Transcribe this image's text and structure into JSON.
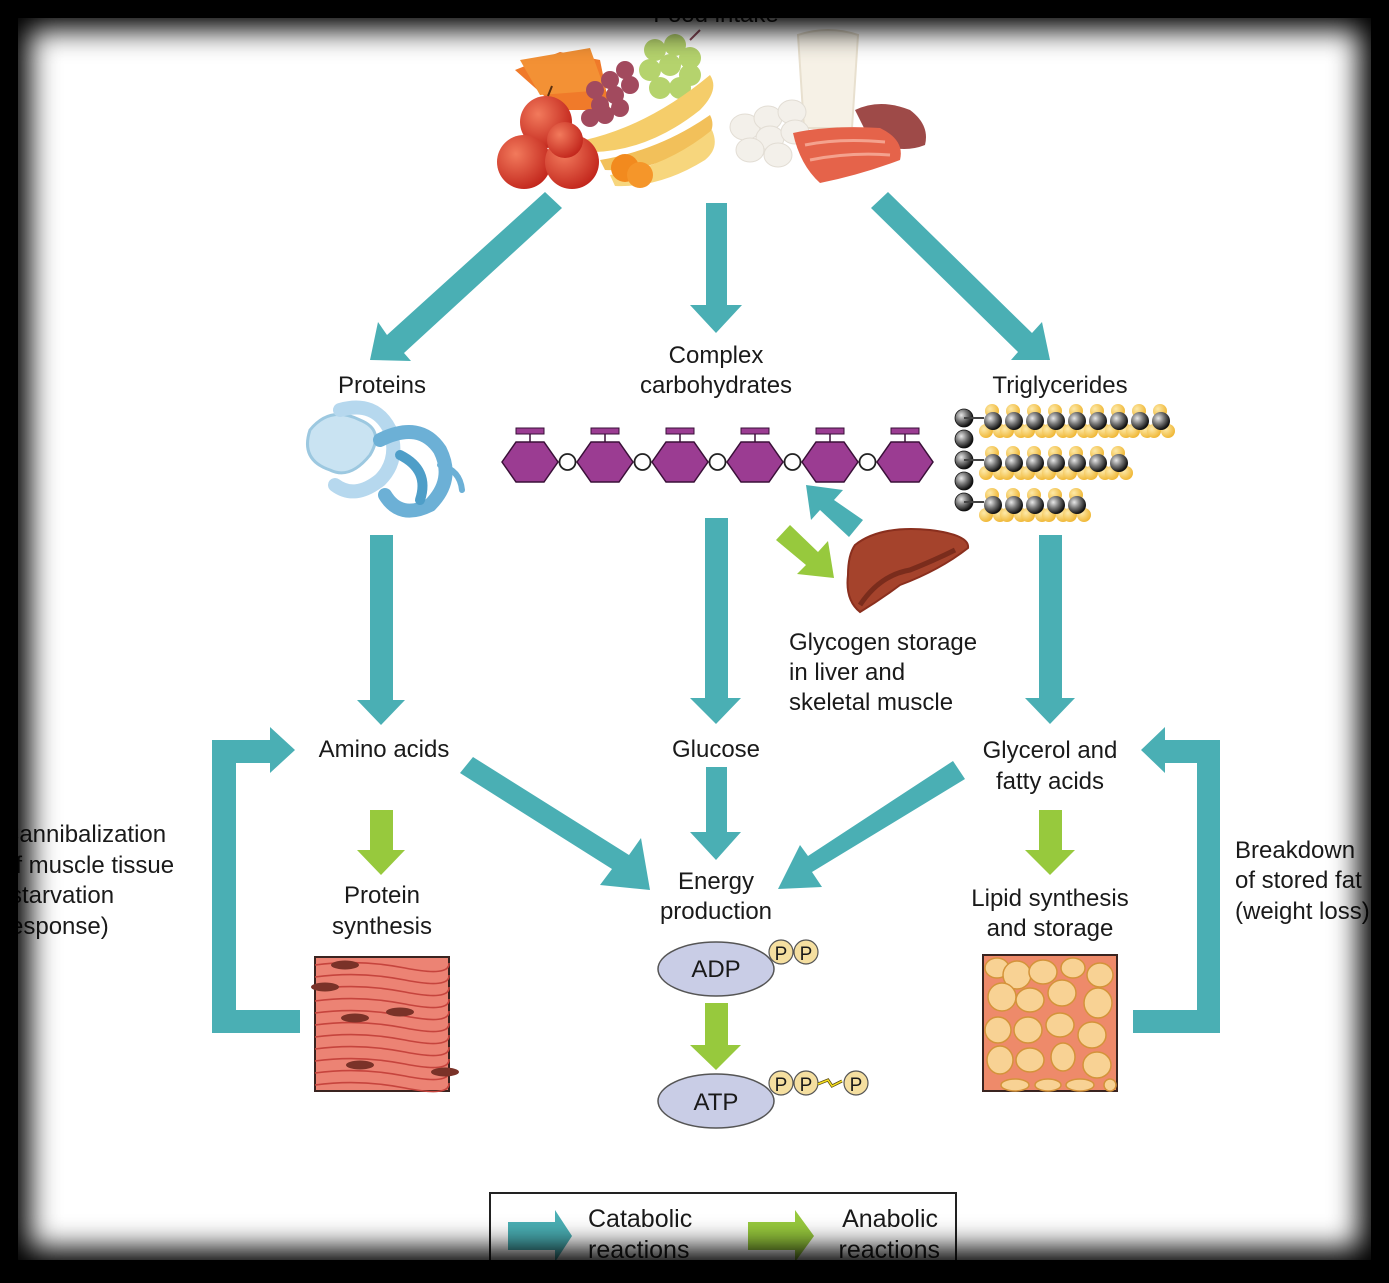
{
  "title": "Food intake",
  "colors": {
    "catabolic": "#4aafb4",
    "anabolic": "#97c93d",
    "carbohydrate": "#9b3c92",
    "adp_atp_fill": "#c9cde6",
    "phosphate_fill": "#f5dfa0",
    "liver": "#a0432b",
    "muscle": "#e9756a",
    "fat_cell": "#f8d294"
  },
  "nodes": {
    "proteins": "Proteins",
    "complex_carbs_line1": "Complex",
    "complex_carbs_line2": "carbohydrates",
    "triglycerides": "Triglycerides",
    "glycogen_line1": "Glycogen storage",
    "glycogen_line2": "in liver and",
    "glycogen_line3": "skeletal muscle",
    "amino_acids": "Amino acids",
    "glucose": "Glucose",
    "glycerol_line1": "Glycerol and",
    "glycerol_line2": "fatty acids",
    "protein_synthesis_line1": "Protein",
    "protein_synthesis_line2": "synthesis",
    "energy_line1": "Energy",
    "energy_line2": "production",
    "lipid_line1": "Lipid synthesis",
    "lipid_line2": "and storage",
    "adp": "ADP",
    "atp": "ATP",
    "phosphate": "P"
  },
  "side_notes": {
    "left": [
      "Cannibalization",
      "of muscle tissue",
      "(starvation",
      "response)"
    ],
    "right": [
      "Breakdown",
      "of stored fat",
      "(weight loss)"
    ]
  },
  "legend": {
    "catabolic_line1": "Catabolic",
    "catabolic_line2": "reactions",
    "anabolic_line1": "Anabolic",
    "anabolic_line2": "reactions"
  }
}
